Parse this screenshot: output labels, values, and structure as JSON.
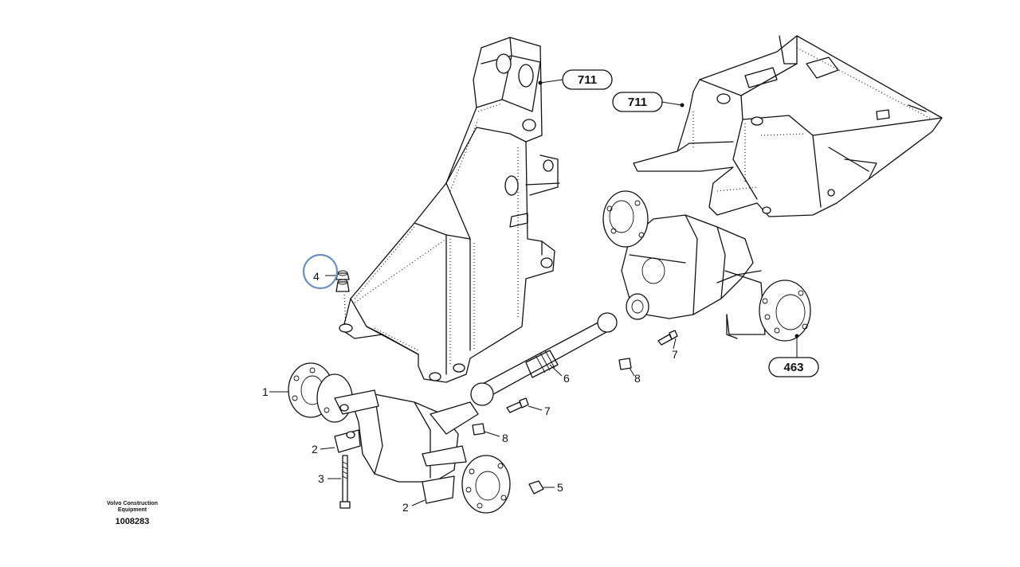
{
  "callouts": [
    {
      "id": "callout-711-left",
      "text": "711"
    },
    {
      "id": "callout-711-right",
      "text": "711"
    },
    {
      "id": "callout-463",
      "text": "463"
    }
  ],
  "part_labels": [
    "1",
    "2",
    "3",
    "4",
    "5",
    "6",
    "7",
    "8",
    "7",
    "8",
    "2"
  ],
  "footer": {
    "brand_line1": "Volvo Construction",
    "brand_line2": "Equipment",
    "document_number": "1008283"
  },
  "highlight": {
    "color": "#6a8fc4",
    "target_label": "4"
  }
}
